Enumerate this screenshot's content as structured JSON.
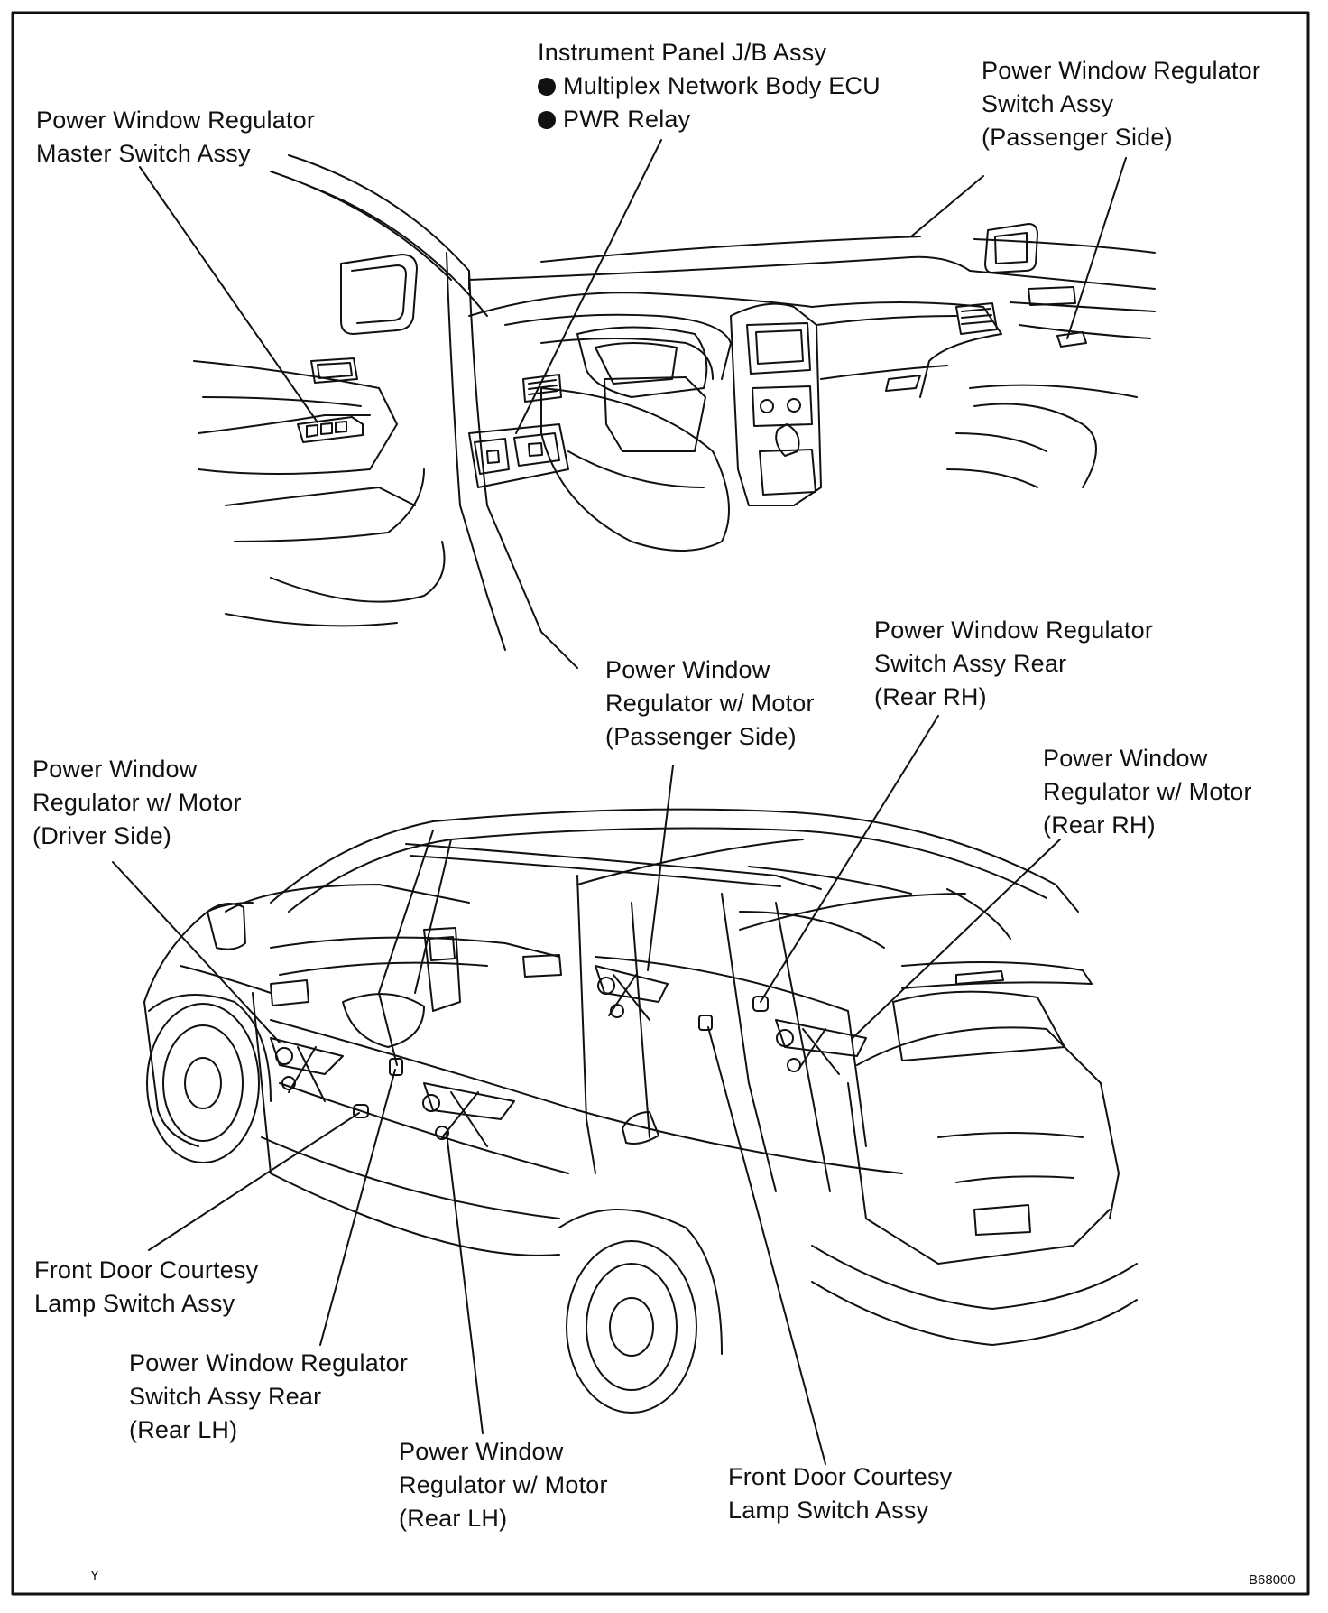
{
  "colors": {
    "ink": "#111111",
    "paper": "#ffffff"
  },
  "labels": {
    "jb": {
      "title": "Instrument Panel J/B Assy",
      "items": [
        "Multiplex Network Body ECU",
        "PWR Relay"
      ]
    },
    "master_switch": [
      "Power Window Regulator",
      "Master Switch Assy"
    ],
    "passenger_switch": [
      "Power Window Regulator",
      "Switch Assy",
      "(Passenger Side)"
    ],
    "rear_rh_switch": [
      "Power Window Regulator",
      "Switch Assy Rear",
      "(Rear RH)"
    ],
    "passenger_motor": [
      "Power Window",
      "Regulator w/ Motor",
      "(Passenger Side)"
    ],
    "driver_motor": [
      "Power Window",
      "Regulator w/ Motor",
      "(Driver Side)"
    ],
    "rear_rh_motor": [
      "Power Window",
      "Regulator w/ Motor",
      "(Rear RH)"
    ],
    "front_courtesy_left": [
      "Front Door Courtesy",
      "Lamp Switch Assy"
    ],
    "rear_lh_switch": [
      "Power Window Regulator",
      "Switch Assy Rear",
      "(Rear LH)"
    ],
    "rear_lh_motor": [
      "Power Window",
      "Regulator w/ Motor",
      "(Rear LH)"
    ],
    "front_courtesy_right": [
      "Front Door Courtesy",
      "Lamp Switch Assy"
    ]
  },
  "footer": {
    "left_mark": "Y",
    "figure_code": "B68000"
  }
}
